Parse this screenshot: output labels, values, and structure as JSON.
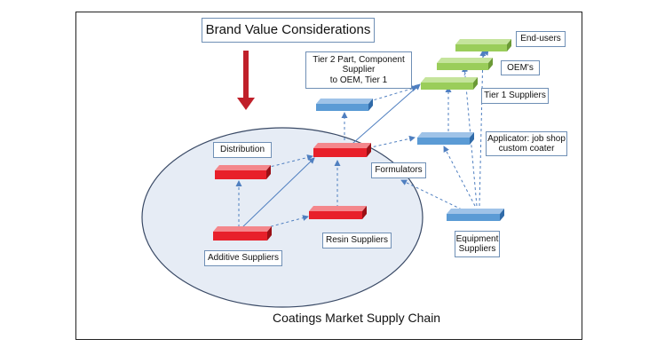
{
  "diagram": {
    "title": "Brand Value Considerations",
    "caption": "Coatings Market Supply Chain",
    "labels": {
      "end_users": "End-users",
      "oems": "OEM's",
      "tier1": "Tier 1 Suppliers",
      "tier2": "Tier 2 Part, Component\nSupplier\nto OEM, Tier 1",
      "applicator": "Applicator: job shop\ncustom coater",
      "formulators": "Formulators",
      "equipment": "Equipment\nSuppliers",
      "distribution": "Distribution",
      "resin": "Resin Suppliers",
      "additive": "Additive Suppliers"
    },
    "colors": {
      "green_block": "#9acd5a",
      "blue_block": "#5b9bd5",
      "red_block": "#e8202a",
      "arrow_red": "#c0202a",
      "ellipse_fill": "#e6ecf5",
      "ellipse_stroke": "#3a4a66",
      "connector": "#4f7fc0"
    }
  }
}
